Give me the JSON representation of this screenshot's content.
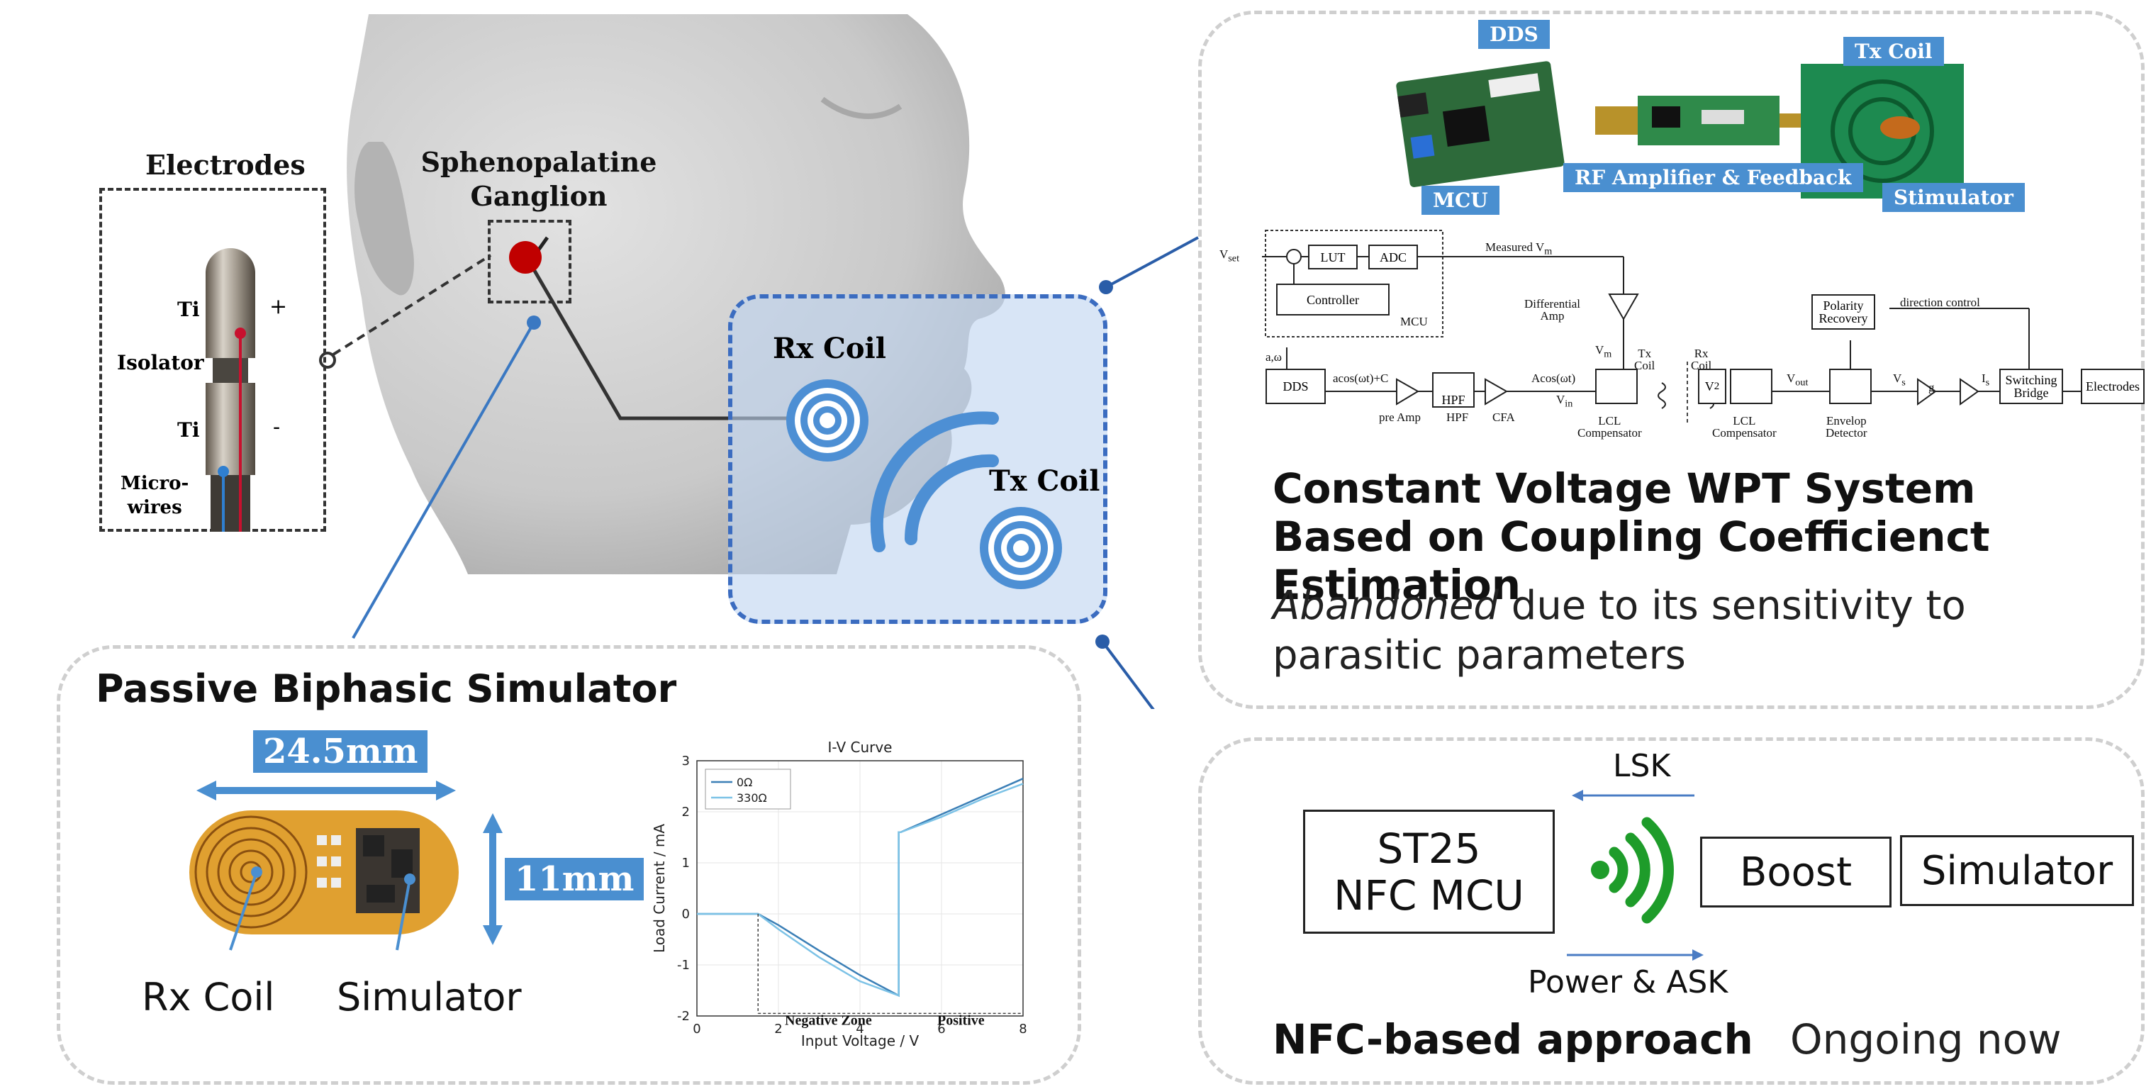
{
  "head": {
    "electrodes_title": "Electrodes",
    "ti_top": "Ti",
    "plus": "+",
    "isolator": "Isolator",
    "ti_bottom": "Ti",
    "minus": "-",
    "microwires": "Micro-\nwires",
    "spg_label": "Sphenopalatine\nGanglion",
    "rx_coil": "Rx Coil",
    "tx_coil": "Tx Coil"
  },
  "wpt": {
    "photo_tags": {
      "dds": "DDS",
      "mcu": "MCU",
      "rf": "RF Amplifier & Feedback",
      "tx": "Tx Coil",
      "stimulator": "Stimulator"
    },
    "block_diagram": {
      "vset": "V<sub>set</sub>",
      "lut": "LUT",
      "adc": "ADC",
      "measured": "Measured V<sub>m</sub>",
      "controller": "Controller",
      "mcu": "MCU",
      "a_omega": "a,ω",
      "dds": "DDS",
      "acos_c": "acos(ωt)+C",
      "pre_amp": "pre Amp",
      "hpf": "HPF",
      "cfa": "CFA",
      "acos": "Acos(ωt)",
      "vin": "V<sub>in</sub>",
      "diff_amp": "Differential<br>Amp",
      "vm": "V<sub>m</sub>",
      "lcl1": "LCL<br>Compensator",
      "tx_coil": "Tx<br>Coil",
      "rx_coil": "Rx<br>Coil",
      "v2": "V<sub>2</sub>",
      "lcl2": "LCL<br>Compensator",
      "vout": "V<sub>out</sub>",
      "envelop": "Envelop<br>Detector",
      "vs": "V<sub>s</sub>",
      "g": "g",
      "is": "I<sub>s</sub>",
      "polarity": "Polarity<br>Recovery",
      "direction": "direction control",
      "switching": "Switching<br>Bridge",
      "electrodes": "Electrodes"
    },
    "title": "Constant Voltage WPT System Based on Coupling Coefficienct Estimation",
    "desc_em": "Abandoned",
    "desc_rest": " due to its sensitivity to parasitic parameters"
  },
  "nfc": {
    "lsk": "LSK",
    "mcu_line1": "ST25",
    "mcu_line2": "NFC MCU",
    "boost": "Boost",
    "simulator": "Simulator",
    "power_ask": "Power & ASK",
    "approach": "NFC-based approach",
    "status": "Ongoing now",
    "wave_color": "#1e9c2a"
  },
  "stim": {
    "title": "Passive Biphasic Simulator",
    "width_dim": "24.5mm",
    "height_dim": "11mm",
    "rx_coil": "Rx Coil",
    "simulator": "Simulator"
  },
  "chart_data": {
    "type": "line",
    "title": "I-V Curve",
    "xlabel": "Input Voltage / V",
    "ylabel": "Load Current / mA",
    "xlim": [
      0,
      8
    ],
    "ylim": [
      -2,
      3
    ],
    "xticks": [
      0,
      2,
      4,
      6,
      8
    ],
    "yticks": [
      -2,
      -1,
      0,
      1,
      2,
      3
    ],
    "grid": true,
    "legend_position": "top-left",
    "series": [
      {
        "name": "0Ω",
        "color": "#3b7fb6",
        "x": [
          0,
          1.5,
          2,
          3,
          4,
          4.95,
          4.95,
          5,
          6,
          7,
          8
        ],
        "y": [
          0,
          0,
          -0.22,
          -0.72,
          -1.2,
          -1.6,
          1.6,
          1.6,
          1.95,
          2.3,
          2.65
        ]
      },
      {
        "name": "330Ω",
        "color": "#7cc2e6",
        "x": [
          0,
          1.5,
          2,
          3,
          4,
          4.95,
          4.95,
          5,
          6,
          7,
          8
        ],
        "y": [
          0,
          0,
          -0.3,
          -0.85,
          -1.32,
          -1.6,
          1.6,
          1.6,
          1.9,
          2.25,
          2.55
        ]
      }
    ],
    "annotations": {
      "negative": "Negative Zone",
      "positive": "Positive"
    }
  }
}
